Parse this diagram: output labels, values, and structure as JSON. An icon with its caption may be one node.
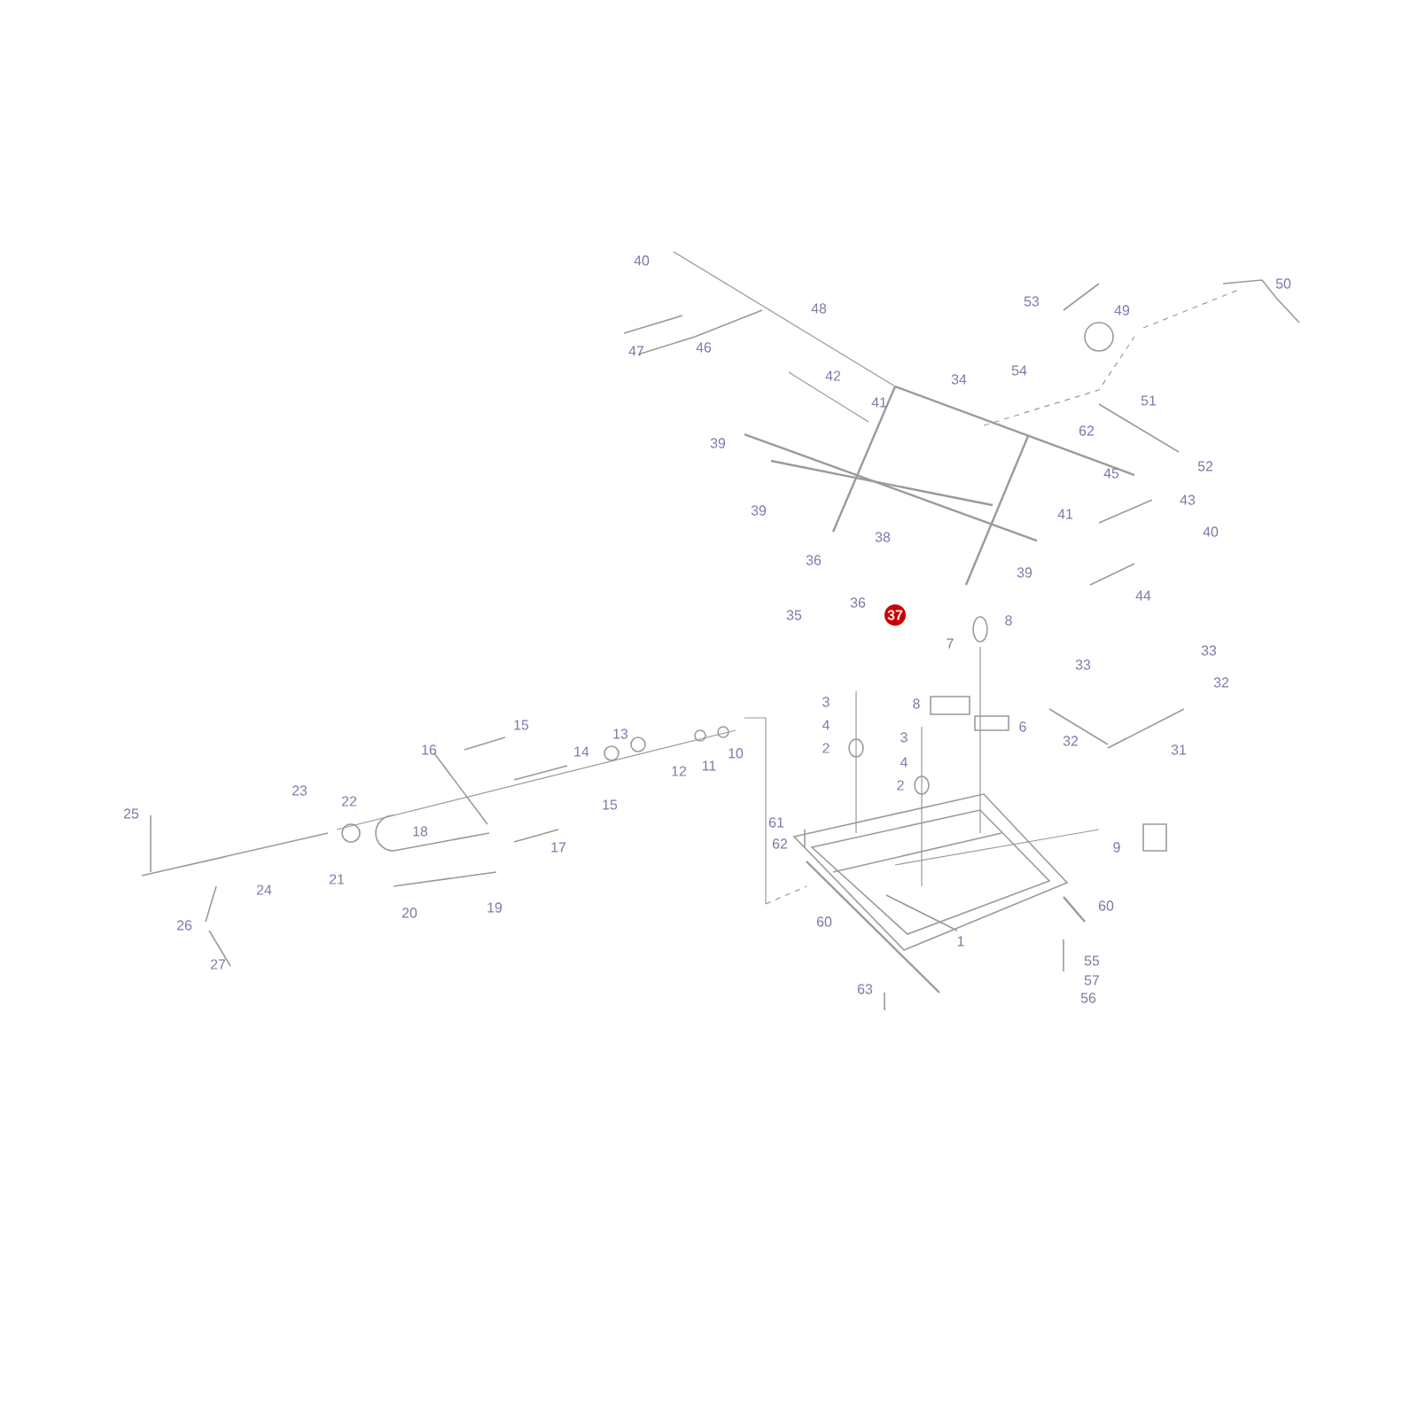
{
  "diagram": {
    "labels": [
      "40",
      "48",
      "47",
      "46",
      "42",
      "41",
      "34",
      "53",
      "49",
      "50",
      "54",
      "51",
      "62",
      "39",
      "52",
      "45",
      "43",
      "39",
      "41",
      "40",
      "38",
      "36",
      "39",
      "44",
      "36",
      "35",
      "37",
      "8",
      "7",
      "33",
      "33",
      "32",
      "3",
      "4",
      "2",
      "8",
      "6",
      "32",
      "31",
      "3",
      "4",
      "2",
      "15",
      "16",
      "13",
      "14",
      "12",
      "11",
      "10",
      "15",
      "23",
      "22",
      "25",
      "18",
      "17",
      "24",
      "21",
      "61",
      "62",
      "9",
      "20",
      "19",
      "26",
      "60",
      "1",
      "60",
      "27",
      "55",
      "57",
      "56",
      "63"
    ]
  }
}
